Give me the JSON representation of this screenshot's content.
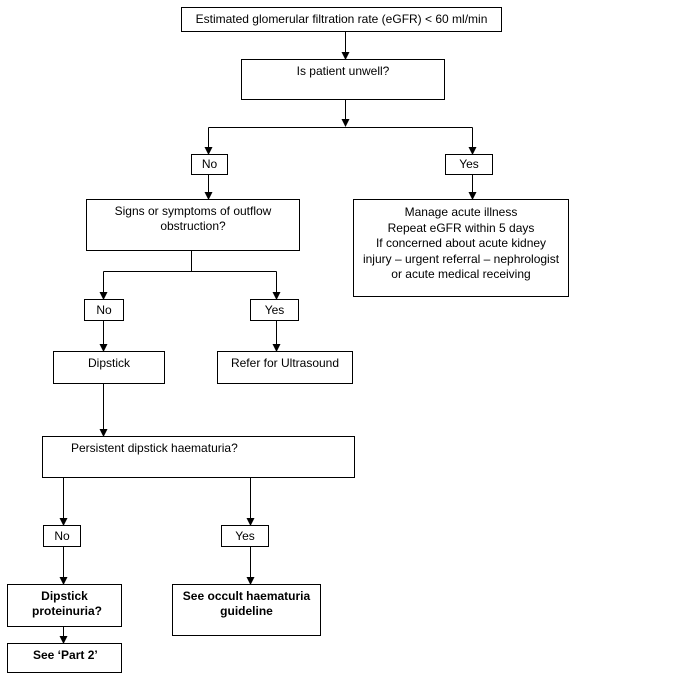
{
  "nodes": {
    "egfr": "Estimated glomerular filtration rate (eGFR) < 60 ml/min",
    "unwell": "Is patient unwell?",
    "no1": "No",
    "yes1": "Yes",
    "outflow": "Signs or symptoms of outflow obstruction?",
    "acute": [
      "Manage acute illness",
      "Repeat eGFR within 5 days",
      "If concerned about acute kidney",
      "injury – urgent referral – nephrologist",
      "or acute medical receiving"
    ],
    "no2": "No",
    "yes2": "Yes",
    "dipstick": "Dipstick",
    "ultrasound": "Refer for Ultrasound",
    "haematuria": "Persistent dipstick haematuria?",
    "no3": "No",
    "yes3": "Yes",
    "proteinuria": "Dipstick proteinuria?",
    "occult": "See occult haematuria guideline",
    "part2": "See ‘Part 2’"
  }
}
